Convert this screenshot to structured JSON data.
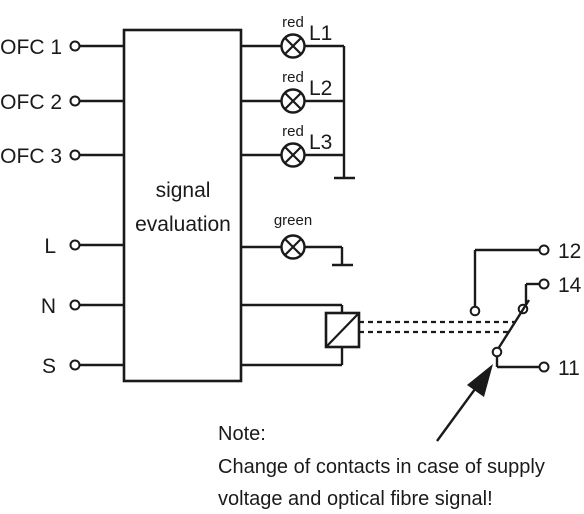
{
  "inputs": [
    {
      "label": "OFC 1"
    },
    {
      "label": "OFC 2"
    },
    {
      "label": "OFC 3"
    },
    {
      "label": "L"
    },
    {
      "label": "N"
    },
    {
      "label": "S"
    }
  ],
  "box": {
    "line1": "signal",
    "line2": "evaluation"
  },
  "lamps": [
    {
      "color_label": "red",
      "id": "L1"
    },
    {
      "color_label": "red",
      "id": "L2"
    },
    {
      "color_label": "red",
      "id": "L3"
    },
    {
      "color_label": "green",
      "id": ""
    }
  ],
  "contacts": {
    "c12": "12",
    "c14": "14",
    "c11": "11"
  },
  "note": {
    "title": "Note:",
    "line1": "Change of contacts in case of supply",
    "line2": "voltage and optical fibre signal!"
  }
}
